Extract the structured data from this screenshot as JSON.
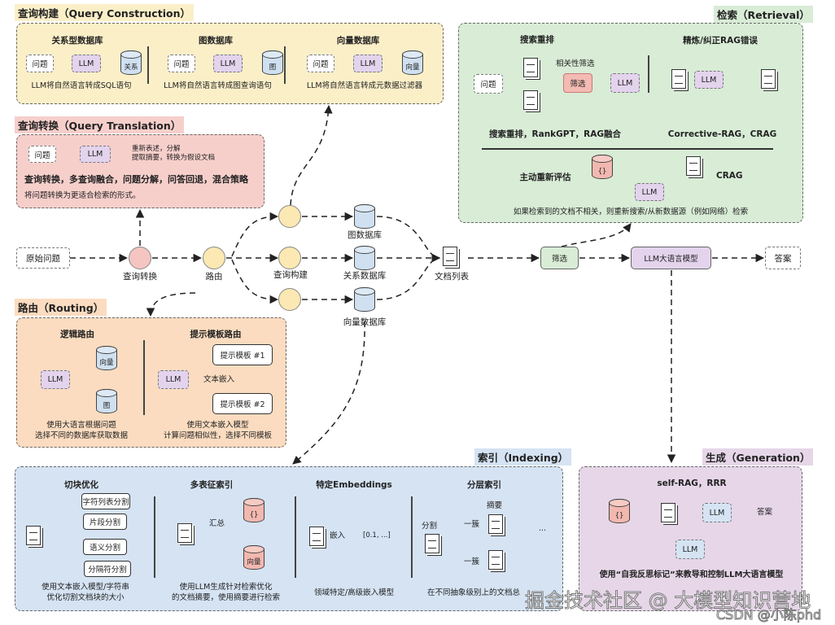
{
  "query_construction": {
    "title": "查询构建（Query Construction）",
    "color": "#fbefc8",
    "sections": [
      {
        "heading": "关系型数据库",
        "input": "问题",
        "llm": "LLM",
        "db": "关系",
        "caption": "LLM将自然语言转成SQL语句"
      },
      {
        "heading": "图数据库",
        "input": "问题",
        "llm": "LLM",
        "db": "图",
        "caption": "LLM将自然语言转成图查询语句"
      },
      {
        "heading": "向量数据库",
        "input": "问题",
        "llm": "LLM",
        "db": "向量",
        "caption": "LLM将自然语言转成元数据过滤器"
      }
    ]
  },
  "query_translation": {
    "title": "查询转换（Query Translation）",
    "color": "#f6cfcb",
    "input": "问题",
    "llm": "LLM",
    "output_line1": "重新表述，分解",
    "output_line2": "提取摘要，转换为假设文档",
    "methods": "查询转换，多查询融合，问题分解，问答回退，混合策略",
    "caption": "将问题转换为更适合检索的形式。"
  },
  "flow": {
    "original_question": "原始问题",
    "query_translation_node": "查询转换",
    "routing_node": "路由",
    "query_construction_node": "查询构建",
    "graph_db": "图数据库",
    "relational_db": "关系数据库",
    "vector_db": "向量数据库",
    "doc_list": "文档列表",
    "filter": "筛选",
    "llm": "LLM大语言模型",
    "answer": "答案"
  },
  "routing": {
    "title": "路由（Routing）",
    "color": "#fbdcc0",
    "logical": {
      "heading": "逻辑路由",
      "llm": "LLM",
      "db1": "向量",
      "db2": "图",
      "caption_line1": "使用大语言根据问题",
      "caption_line2": "选择不同的数据库获取数据"
    },
    "prompt": {
      "heading": "提示模板路由",
      "llm": "LLM",
      "template1": "提示模板 #1",
      "template2": "提示模板 #2",
      "edge_label": "文本嵌入",
      "caption_line1": "使用文本嵌入模型",
      "caption_line2": "计算问题相似性，选择不同模板"
    }
  },
  "retrieval": {
    "title": "检索（Retrieval）",
    "color": "#d8ecd6",
    "rerank": {
      "heading": "搜索重排",
      "input": "问题",
      "filter_label": "相关性筛选",
      "filter": "筛选",
      "llm": "LLM",
      "methods": "搜索重排，RankGPT，RAG融合"
    },
    "refine": {
      "heading": "精炼/纠正RAG错误",
      "llm": "LLM",
      "methods": "Corrective-RAG，CRAG"
    },
    "active": {
      "heading": "主动重新评估",
      "db": "{}",
      "llm": "LLM",
      "method": "CRAG",
      "caption": "如果检索到的文档不相关，则重新搜索/从新数据源（例如网络）检索"
    }
  },
  "indexing": {
    "title": "索引（Indexing）",
    "color": "#d5e3f3",
    "chunking": {
      "heading": "切块优化",
      "items": [
        "字符列表分割",
        "片段分割",
        "语义分割",
        "分隔符分割"
      ],
      "caption_line1": "使用文本嵌入模型/字符串",
      "caption_line2": "优化切割文档块的大小"
    },
    "multi": {
      "heading": "多表征索引",
      "edge_label": "汇总",
      "db1": "{}",
      "db2": "向量",
      "caption_line1": "使用LLM生成针对检索优化",
      "caption_line2": "的文档摘要，使用摘要进行检索"
    },
    "embeddings": {
      "heading": "特定Embeddings",
      "edge_label": "嵌入",
      "vector": "[0.1, ...]",
      "caption": "领域特定/高级嵌入模型"
    },
    "hierarchical": {
      "heading": "分层索引",
      "split": "分割",
      "summary": "摘要",
      "cluster1": "一簇",
      "cluster2": "一簇",
      "more": "...",
      "caption": "在不同抽象级别上的文档总"
    }
  },
  "generation": {
    "title": "生成（Generation）",
    "color": "#e6d6e8",
    "heading": "self-RAG，RRR",
    "db": "{}",
    "llm1": "LLM",
    "answer": "答案",
    "llm2": "LLM",
    "caption": "使用“自我反思标记”来教导和控制LLM大语言模型"
  },
  "watermark": {
    "line1": "掘金技术社区 @ 大模型知识营地",
    "line2": "CSDN @小陈phd"
  }
}
